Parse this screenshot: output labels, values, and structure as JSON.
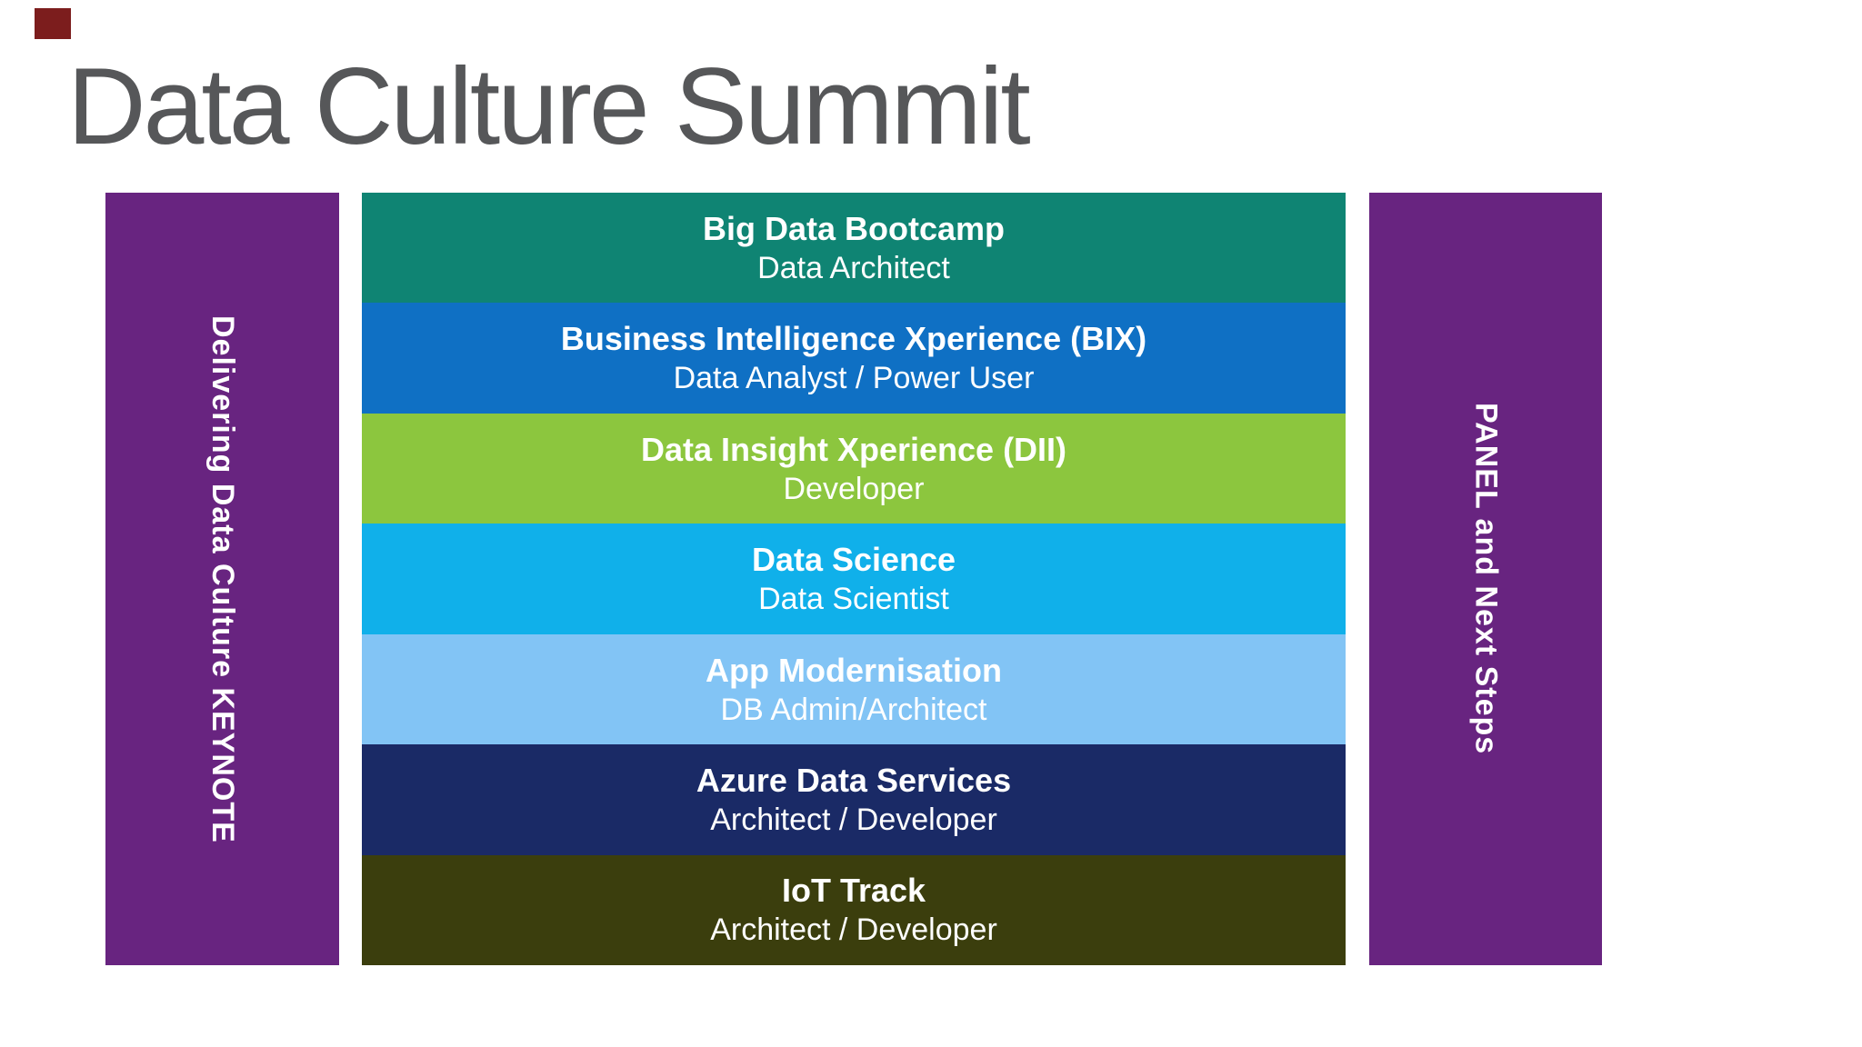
{
  "title": "Data Culture Summit",
  "title_color": "#565759",
  "corner_mark": {
    "color": "#7c1d1d"
  },
  "left_banner": {
    "label": "Delivering Data Culture KEYNOTE",
    "color": "#682480"
  },
  "right_banner": {
    "label": "PANEL and Next Steps",
    "color": "#682480"
  },
  "tracks": [
    {
      "name": "Big Data Bootcamp",
      "audience": "Data Architect",
      "color": "#0f8473"
    },
    {
      "name": "Business Intelligence Xperience (BIX)",
      "audience": "Data Analyst / Power User",
      "color": "#0f70c4"
    },
    {
      "name": "Data Insight Xperience (DII)",
      "audience": "Developer",
      "color": "#8cc63e"
    },
    {
      "name": "Data Science",
      "audience": "Data Scientist",
      "color": "#10b0ea"
    },
    {
      "name": "App Modernisation",
      "audience": "DB Admin/Architect",
      "color": "#82c4f5"
    },
    {
      "name": "Azure Data Services",
      "audience": "Architect / Developer",
      "color": "#1a2a66"
    },
    {
      "name": "IoT Track",
      "audience": "Architect / Developer",
      "color": "#3b3e0d"
    }
  ]
}
